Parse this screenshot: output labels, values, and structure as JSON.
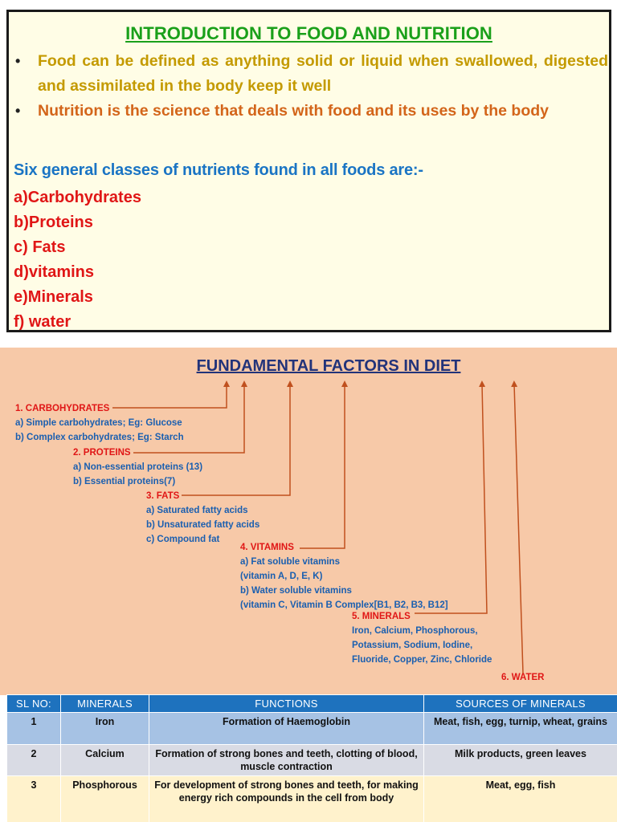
{
  "slide1": {
    "title": "INTRODUCTION TO FOOD AND NUTRITION",
    "bullets": [
      "Food can be defined as anything solid or liquid when swallowed, digested and assimilated in the body keep it well",
      "Nutrition is the science that deals with food and its uses by the body"
    ],
    "bullet_symbol": "•",
    "intro": "Six general classes of nutrients found in all foods are:-",
    "nutrients": [
      "a)Carbohydrates",
      "b)Proteins",
      "c) Fats",
      "d)vitamins",
      "e)Minerals",
      "f) water"
    ]
  },
  "slide2": {
    "title": "FUNDAMENTAL FACTORS IN DIET",
    "factors": [
      {
        "heading": "1. CARBOHYDRATES",
        "items": [
          "a) Simple carbohydrates; Eg: Glucose",
          "b) Complex carbohydrates; Eg: Starch"
        ]
      },
      {
        "heading": "2. PROTEINS",
        "items": [
          "a) Non-essential proteins (13)",
          "b) Essential proteins(7)"
        ]
      },
      {
        "heading": "3. FATS",
        "items": [
          "a) Saturated fatty acids",
          "b) Unsaturated fatty acids",
          "c) Compound fat"
        ]
      },
      {
        "heading": "4. VITAMINS",
        "items": [
          "a) Fat soluble vitamins",
          "(vitamin A, D, E, K)",
          "b) Water soluble vitamins",
          "(vitamin C, Vitamin B Complex[B1, B2, B3, B12]"
        ]
      },
      {
        "heading": "5. MINERALS",
        "items": [
          "Iron, Calcium, Phosphorous,",
          "Potassium, Sodium, Iodine,",
          "Fluoride, Copper, Zinc, Chloride"
        ]
      },
      {
        "heading": "6. WATER",
        "items": []
      }
    ]
  },
  "table": {
    "headers": [
      "SL NO:",
      "MINERALS",
      "FUNCTIONS",
      "SOURCES OF MINERALS"
    ],
    "rows": [
      [
        "1",
        "Iron",
        "Formation of Haemoglobin",
        "Meat, fish, egg, turnip, wheat, grains"
      ],
      [
        "2",
        "Calcium",
        "Formation of strong bones and teeth, clotting of blood, muscle contraction",
        "Milk products, green leaves"
      ],
      [
        "3",
        "Phosphorous",
        "For development of strong bones and teeth, for making energy rich compounds in the cell from body",
        "Meat, egg, fish"
      ]
    ]
  },
  "colors": {
    "title_green": "#1aa01a",
    "bullet1": "#c49a00",
    "bullet2": "#d3651a",
    "intro_blue": "#1a74c4",
    "nutrient_red": "#e01616",
    "slide2_bg": "#f7c9a8",
    "arrow": "#c0501e",
    "table_header": "#1e72be"
  }
}
